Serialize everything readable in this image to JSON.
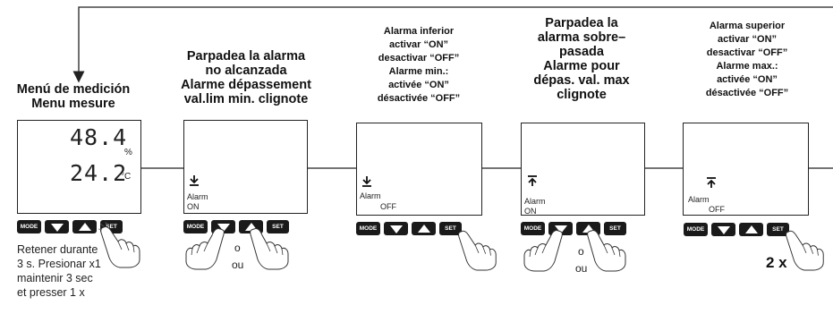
{
  "steps": [
    {
      "caption": [
        "Menú de medición",
        "Menu mesure"
      ],
      "display": {
        "value1": "48.4",
        "unit1": "%",
        "value2": "24.2",
        "unit2": "°C"
      },
      "note": [
        "Retener durante",
        "3 s. Presionar x1",
        "maintenir 3 sec",
        "et presser 1 x"
      ]
    },
    {
      "caption": [
        "Parpadea la alarma",
        "no alcanzada",
        "Alarme dépassement",
        "val.lim min. clignote"
      ],
      "display": {
        "alarm_label": "Alarm",
        "state": "ON",
        "icon": "alarm-low-icon"
      },
      "or_labels": [
        "o",
        "ou"
      ]
    },
    {
      "caption": [
        "Alarma inferior",
        "activar “ON”",
        "desactivar “OFF”",
        "Alarme min.:",
        "activée “ON”",
        "désactivée “OFF”"
      ],
      "display": {
        "alarm_label": "Alarm",
        "state": "OFF",
        "icon": "alarm-low-icon"
      }
    },
    {
      "caption": [
        "Parpadea la",
        "alarma sobre–",
        "pasada",
        "Alarme pour",
        "dépas. val. max",
        "clignote"
      ],
      "display": {
        "alarm_label": "Alarm",
        "state": "ON",
        "icon": "alarm-high-icon"
      },
      "or_labels": [
        "o",
        "ou"
      ]
    },
    {
      "caption": [
        "Alarma superior",
        "activar “ON”",
        "desactivar “OFF”",
        "Alarme max.:",
        "activée “ON”",
        "désactivée “OFF”"
      ],
      "display": {
        "alarm_label": "Alarm",
        "state": "OFF",
        "icon": "alarm-high-icon"
      },
      "press_count": "2 x"
    }
  ],
  "buttons": {
    "mode": "MODE",
    "down": "down-arrow-icon",
    "up": "up-arrow-icon",
    "set": "SET"
  }
}
